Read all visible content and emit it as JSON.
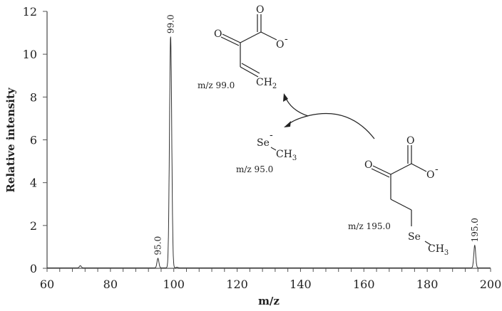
{
  "chart_data": {
    "type": "line",
    "title": "",
    "xlabel": "m/z",
    "ylabel": "Relative intensity",
    "xlim": [
      60,
      200
    ],
    "ylim": [
      0,
      12
    ],
    "xticks": [
      "60",
      "80",
      "100",
      "120",
      "140",
      "160",
      "180",
      "200"
    ],
    "yticks": [
      "0",
      "2",
      "4",
      "6",
      "8",
      "10",
      "12"
    ],
    "grid": false,
    "peaks": [
      {
        "x": 70.5,
        "y": 0.1,
        "label": ""
      },
      {
        "x": 95.0,
        "y": 0.45,
        "label": "95.0"
      },
      {
        "x": 99.0,
        "y": 10.8,
        "label": "99.0"
      },
      {
        "x": 101.0,
        "y": 0.03,
        "label": ""
      },
      {
        "x": 195.0,
        "y": 1.05,
        "label": "195.0"
      }
    ],
    "color": "#333333"
  },
  "annotations": {
    "fragment_99": {
      "label": "m/z 99.0",
      "o": "O",
      "o_minus": "O",
      "charge": "-",
      "ch2": "CH",
      "ch2_sub": "2"
    },
    "fragment_95": {
      "label": "m/z 95.0",
      "se": "Se",
      "charge": "-",
      "ch3": "CH",
      "ch3_sub": "3"
    },
    "parent_195": {
      "label": "m/z 195.0",
      "o": "O",
      "o_minus": "O",
      "charge": "-",
      "se": "Se",
      "ch3": "CH",
      "ch3_sub": "3"
    }
  }
}
